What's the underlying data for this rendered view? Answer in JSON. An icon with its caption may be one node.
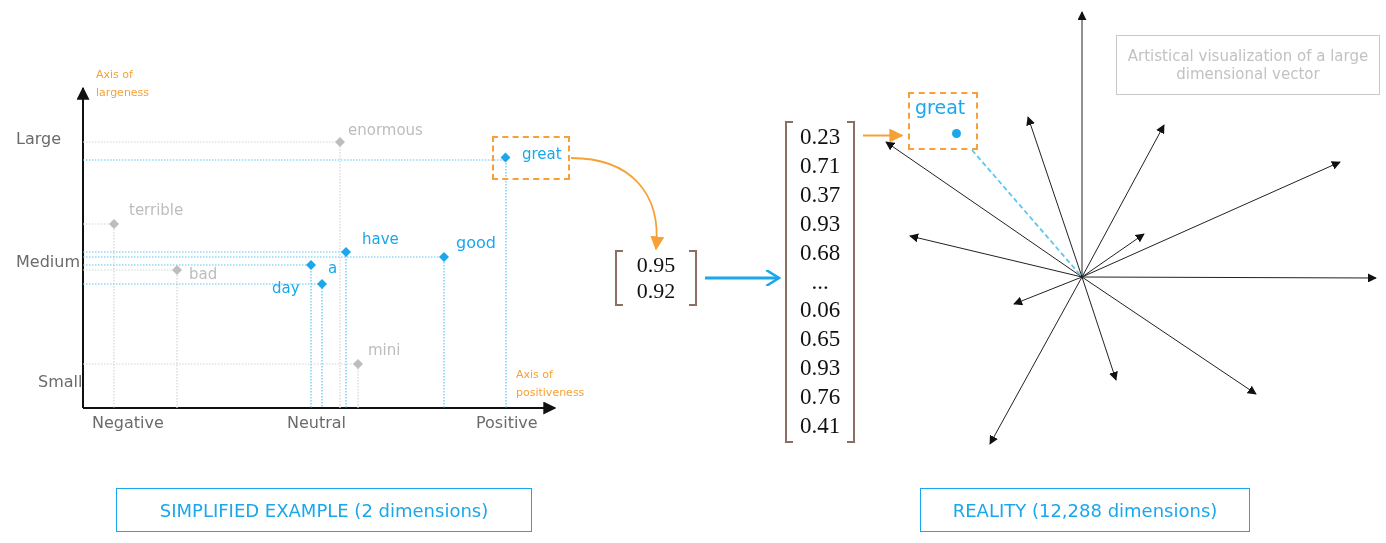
{
  "diagram": {
    "nodes": [
      {
        "text": [
          "great"
        ]
      },
      {
        "text": [
          "0.95",
          "0.92"
        ]
      },
      {
        "text": [
          "0.23",
          "0.71",
          "0.37",
          "0.93",
          "0.68",
          "...",
          "0.06",
          "0.65",
          "0.93",
          "0.76",
          "0.41"
        ]
      },
      {
        "text": [
          "great"
        ]
      },
      {
        "text": [
          "SIMPLIFIED EXAMPLE (2 dimensions)"
        ]
      },
      {
        "text": [
          "REALITY (12,288 dimensions)"
        ]
      },
      {
        "text": [
          "Artistical visualization of a large dimensional vector"
        ]
      }
    ],
    "edges": [
      {
        "from": 0,
        "to": 1,
        "arrow": "to",
        "color": "#f7a035"
      },
      {
        "from": 1,
        "to": 2,
        "arrow": "to",
        "color": "#1aa7ec"
      },
      {
        "from": 2,
        "to": 3,
        "arrow": "to",
        "color": "#f7a035"
      },
      {
        "from": 3,
        "to": null,
        "arrow": "none",
        "style": "dashed",
        "color": "#5cc6f2"
      }
    ],
    "labels": [
      "Axis of largeness",
      "Large",
      "enormous",
      "terrible",
      "have",
      "good",
      "Medium",
      "a",
      "bad",
      "day",
      "mini",
      "Small",
      "Axis of positiveness",
      "Negative",
      "Neutral",
      "Positive"
    ]
  }
}
